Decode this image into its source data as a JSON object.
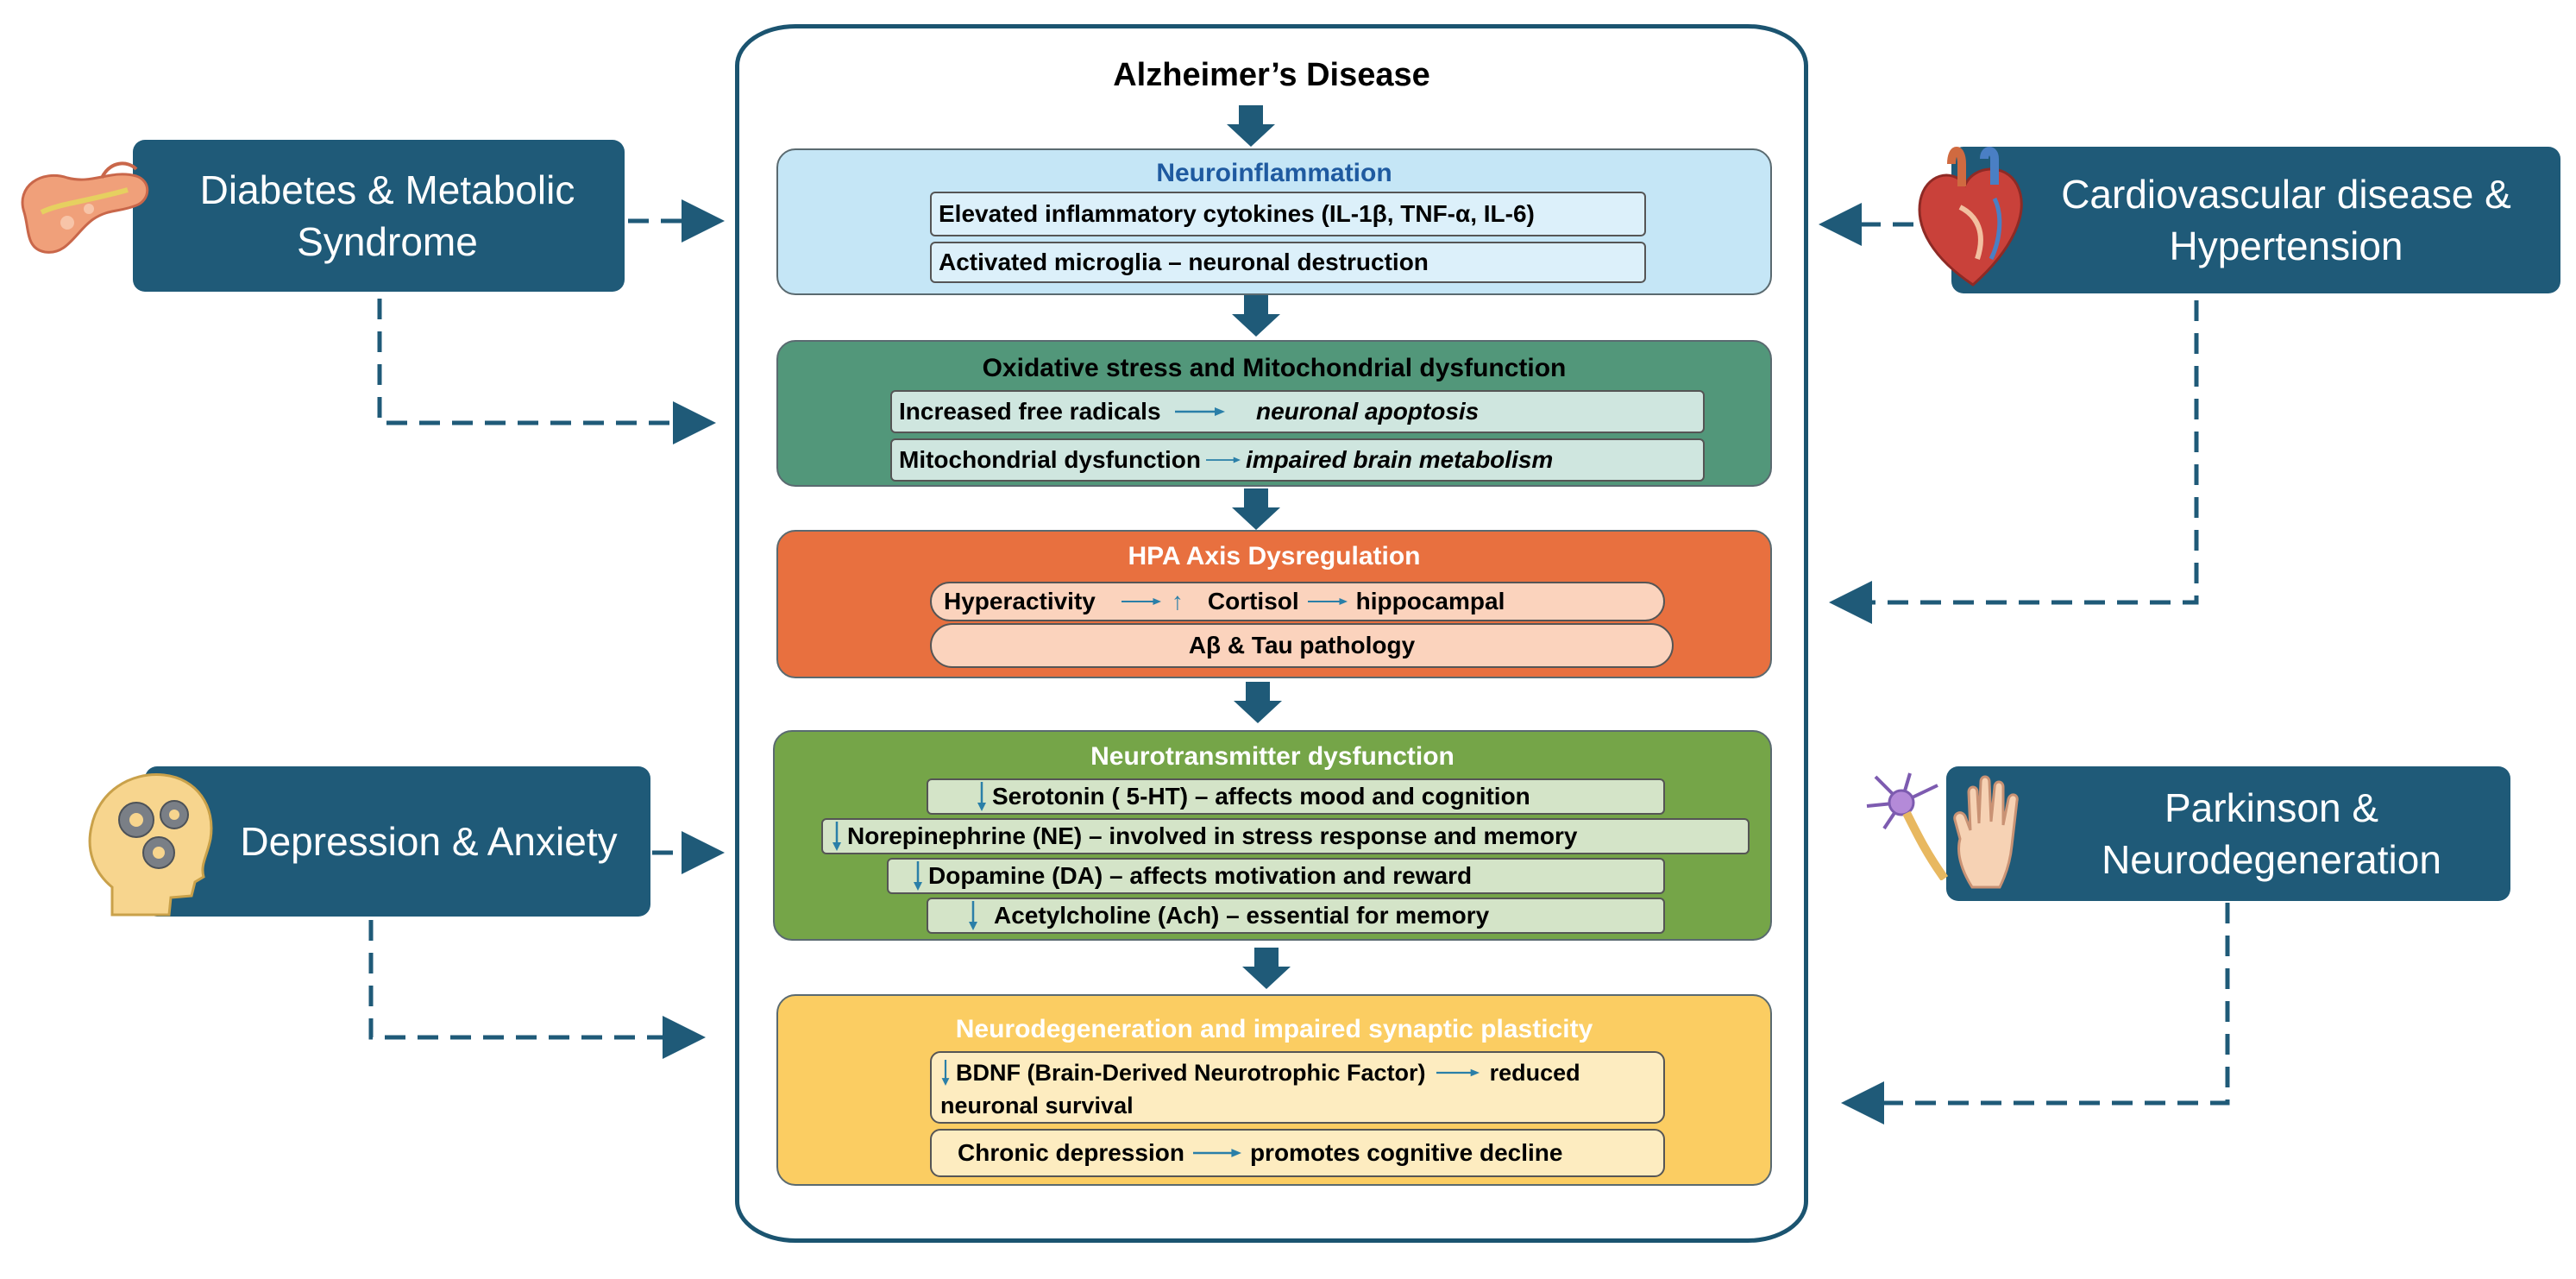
{
  "main_title": "Alzheimer’s Disease",
  "colors": {
    "frame": "#1b5470",
    "side_box": "#1f5a78",
    "connector": "#1f5a78",
    "neuroinflammation": "#c5e6f6",
    "oxidative": "#52977a",
    "hpa": "#e8703f",
    "neurotransmitter": "#75a548",
    "neurodegeneration": "#fbcd62"
  },
  "stages": {
    "neuroinflammation": {
      "title": "Neuroinflammation",
      "items": [
        "Elevated inflammatory cytokines (IL-1β, TNF-α, IL-6)",
        "Activated microglia – neuronal destruction"
      ]
    },
    "oxidative": {
      "title": "Oxidative stress and Mitochondrial dysfunction",
      "items": [
        {
          "cause": "Increased free radicals",
          "effect": "neuronal apoptosis"
        },
        {
          "cause": "Mitochondrial dysfunction",
          "effect": "impaired brain metabolism"
        }
      ]
    },
    "hpa": {
      "title": "HPA Axis Dysregulation",
      "line1": {
        "a": "Hyperactivity",
        "up": "↑",
        "b": "Cortisol",
        "c": "hippocampal"
      },
      "line2": "Aβ & Tau pathology"
    },
    "neurotransmitter": {
      "title": "Neurotransmitter dysfunction",
      "items": [
        "Serotonin ( 5-HT) – affects mood and cognition",
        "Norepinephrine (NE) – involved in stress response and memory",
        "Dopamine (DA) – affects motivation and reward",
        "Acetylcholine (Ach) – essential for memory"
      ]
    },
    "neurodegeneration": {
      "title": "Neurodegeneration and impaired synaptic plasticity",
      "bdnf_a": "BDNF (Brain-Derived Neurotrophic Factor)",
      "bdnf_b": "reduced",
      "bdnf_c": "neuronal survival",
      "chronic_a": "Chronic depression",
      "chronic_b": "promotes cognitive decline"
    }
  },
  "side_factors": {
    "diabetes": {
      "label": "Diabetes & Metabolic\nSyndrome",
      "icon": "pancreas-icon"
    },
    "cardio": {
      "label": "Cardiovascular disease &\nHypertension",
      "icon": "heart-icon"
    },
    "depression": {
      "label": "Depression & Anxiety",
      "icon": "head-gears-icon"
    },
    "parkinson": {
      "label": "Parkinson &\nNeurodegeneration",
      "icon": "neuron-hand-icon"
    }
  }
}
